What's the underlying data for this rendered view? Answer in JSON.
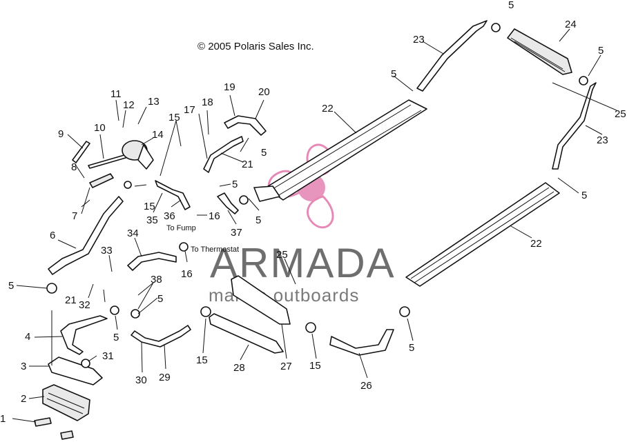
{
  "copyright": "© 2005 Polaris Sales Inc.",
  "notes": {
    "to_fump": "To Fump",
    "to_thermostat": "To Thermostat"
  },
  "watermark": {
    "title": "ARMADA",
    "subtitle": "marine outboards",
    "accent_color": "#e58ab6",
    "text_color": "#6e6e6e"
  },
  "callouts": {
    "c1": "1",
    "c2": "2",
    "c3": "3",
    "c4": "4",
    "c5a": "5",
    "c5b": "5",
    "c5c": "5",
    "c5d": "5",
    "c5e": "5",
    "c5f": "5",
    "c5g": "5",
    "c5h": "5",
    "c5i": "5",
    "c5j": "5",
    "c5k": "5",
    "c6": "6",
    "c7": "7",
    "c8": "8",
    "c9": "9",
    "c10": "10",
    "c11": "11",
    "c12": "12",
    "c13": "13",
    "c14": "14",
    "c15a": "15",
    "c15b": "15",
    "c15c": "15",
    "c15d": "15",
    "c16a": "16",
    "c16b": "16",
    "c17": "17",
    "c18": "18",
    "c19": "19",
    "c20": "20",
    "c21a": "21",
    "c21b": "21",
    "c22a": "22",
    "c22b": "22",
    "c23a": "23",
    "c23b": "23",
    "c24": "24",
    "c25a": "25",
    "c25b": "25",
    "c26": "26",
    "c27": "27",
    "c28": "28",
    "c29": "29",
    "c30": "30",
    "c31": "31",
    "c32": "32",
    "c33": "33",
    "c34": "34",
    "c35": "35",
    "c36": "36",
    "c37": "37",
    "c38": "38"
  }
}
